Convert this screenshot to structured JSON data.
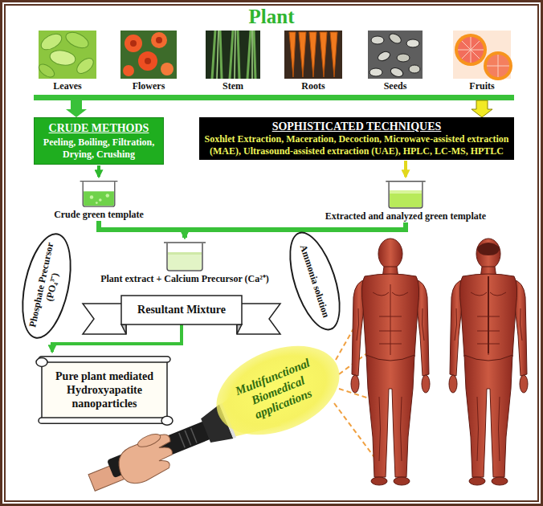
{
  "diagram": {
    "title": "Plant",
    "nodes": [
      {
        "text": [
          "CRUDE METHODS",
          "Peeling, Boiling, Filtration, Drying, Crushing"
        ]
      },
      {
        "text": [
          "SOPHISTICATED TECHNIQUES",
          "Soxhlet Extraction, Maceration, Decoction, Microwave-assisted extraction (MAE), Ultrasound-assisted extraction (UAE), HPLC, LC-MS, HPTLC"
        ]
      },
      {
        "text": [
          "Crude green template"
        ]
      },
      {
        "text": [
          "Extracted and analyzed green template"
        ]
      },
      {
        "text": [
          "Plant extract + Calcium Precursor (Ca²⁺)"
        ]
      },
      {
        "text": [
          "Phosphate Precursor (PO₄³⁻)"
        ]
      },
      {
        "text": [
          "Ammonia solution"
        ]
      },
      {
        "text": [
          "Resultant Mixture"
        ]
      },
      {
        "text": [
          "Pure plant mediated Hydroxyapatite nanoparticles"
        ]
      },
      {
        "text": [
          "Multifunctional Biomedical applications"
        ]
      }
    ],
    "edges": [
      {
        "from": 0,
        "to": 2,
        "arrow": "to"
      },
      {
        "from": 1,
        "to": 3,
        "arrow": "to"
      },
      {
        "from": 2,
        "to": 4,
        "arrow": "to"
      },
      {
        "from": 3,
        "to": 4,
        "arrow": "to"
      },
      {
        "from": 7,
        "to": 8,
        "arrow": "to"
      }
    ],
    "labels": [
      "Leaves",
      "Flowers",
      "Stem",
      "Roots",
      "Seeds",
      "Fruits"
    ]
  }
}
